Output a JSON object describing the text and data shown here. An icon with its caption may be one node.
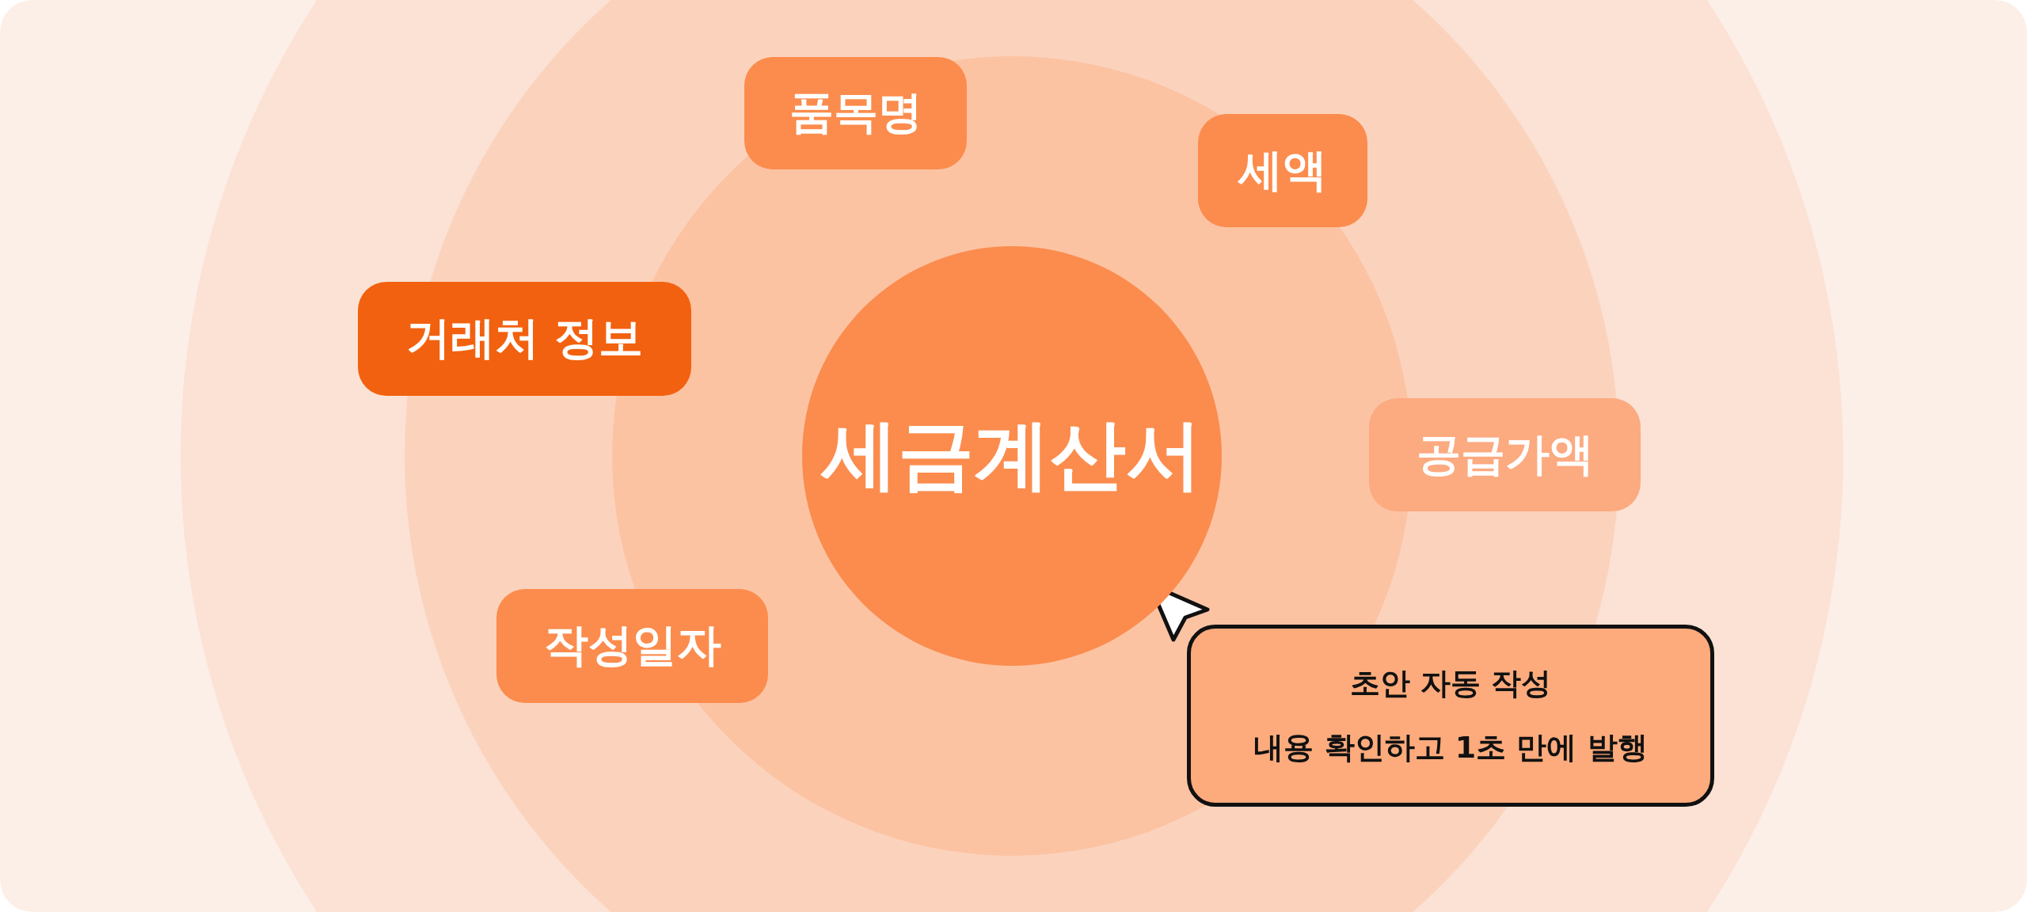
{
  "diagram": {
    "nodes": [
      {
        "text": [
          "품목명"
        ]
      },
      {
        "text": [
          "세액"
        ]
      },
      {
        "text": [
          "거래처 정보"
        ]
      },
      {
        "text": [
          "세금계산서"
        ]
      },
      {
        "text": [
          "공급가액"
        ]
      },
      {
        "text": [
          "작성일자"
        ]
      },
      {
        "text": [
          "초안 자동 작성",
          "내용 확인하고 1초 만에 발행"
        ]
      }
    ],
    "edges": []
  }
}
